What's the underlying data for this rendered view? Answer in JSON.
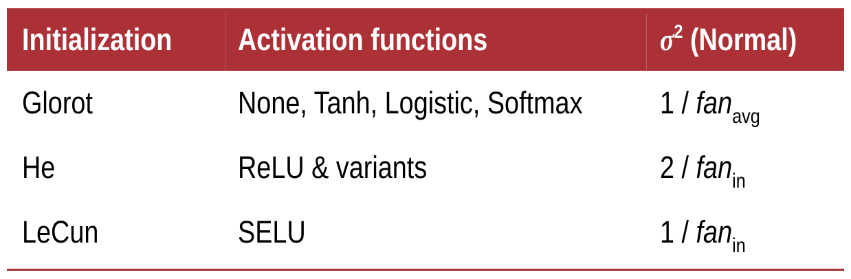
{
  "table": {
    "accent_color": "#ab3137",
    "header": {
      "col1": "Initialization",
      "col2": "Activation functions",
      "col3_symbol": "σ",
      "col3_superscript": "2",
      "col3_rest": " (Normal)"
    },
    "rows": [
      {
        "initialization": "Glorot",
        "activation": "None, Tanh, Logistic, Softmax",
        "variance_numerator": "1 / ",
        "variance_fan": "fan",
        "variance_subscript": "avg"
      },
      {
        "initialization": "He",
        "activation": "ReLU & variants",
        "variance_numerator": "2 / ",
        "variance_fan": "fan",
        "variance_subscript": "in"
      },
      {
        "initialization": "LeCun",
        "activation": "SELU",
        "variance_numerator": "1 / ",
        "variance_fan": "fan",
        "variance_subscript": "in"
      }
    ]
  }
}
